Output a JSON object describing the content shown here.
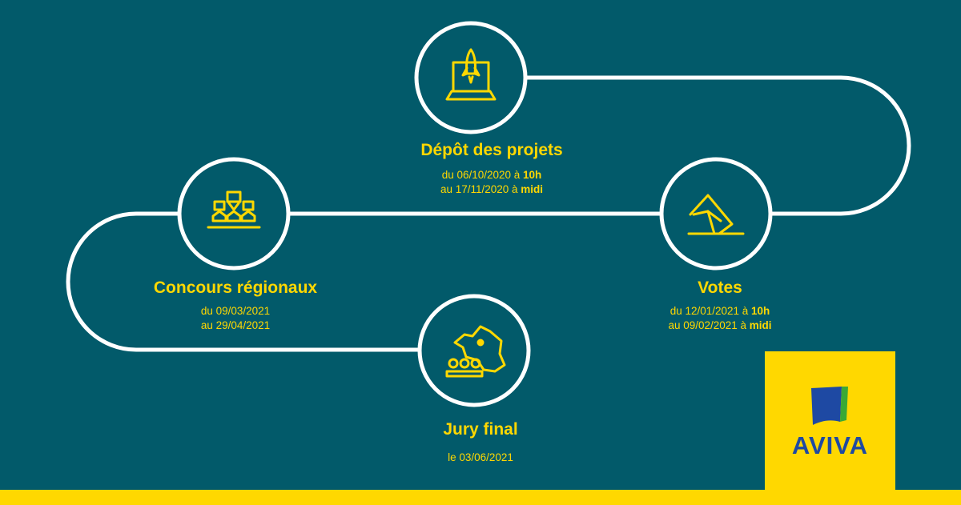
{
  "colors": {
    "background": "#025a6a",
    "accent": "#ffd800",
    "path": "#ffffff",
    "brand_blue": "#1e49a3",
    "brand_green": "#3aa935"
  },
  "steps": {
    "depot": {
      "icon": "rocket-laptop-icon",
      "title": "Dépôt des projets",
      "line1_prefix": "du 06/10/2020 à ",
      "line1_strong": "10h",
      "line2_prefix": "au 17/11/2020 à ",
      "line2_strong": "midi"
    },
    "votes": {
      "icon": "ballot-envelope-icon",
      "title": "Votes",
      "line1_prefix": "du 12/01/2021 à ",
      "line1_strong": "10h",
      "line2_prefix": "au 09/02/2021 à ",
      "line2_strong": "midi"
    },
    "concours": {
      "icon": "regional-committee-icon",
      "title": "Concours régionaux",
      "line1": "du 09/03/2021",
      "line2": "au 29/04/2021"
    },
    "jury": {
      "icon": "france-map-jury-icon",
      "title": "Jury final",
      "line1": "le 03/06/2021"
    }
  },
  "logo": {
    "word": "AVIVA",
    "icon": "aviva-flag-icon"
  }
}
